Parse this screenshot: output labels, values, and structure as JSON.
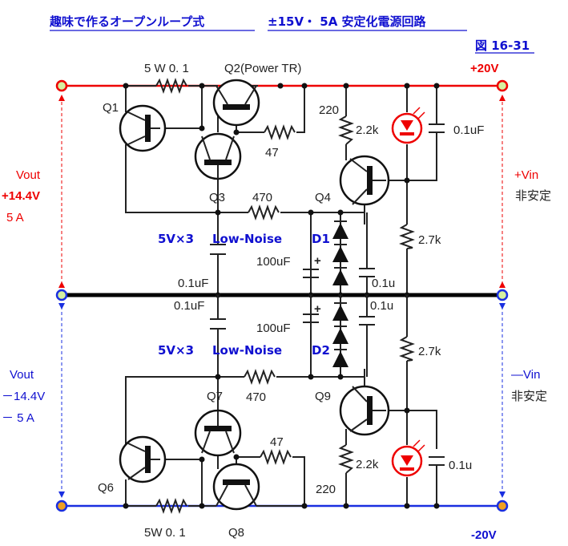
{
  "title": {
    "part1": "趣味で作るオープンループ式",
    "part2": "±15V・ 5A 安定化電源回路",
    "figure": "図 16-31"
  },
  "supply": {
    "pos_in": "+20V",
    "neg_in": "-20V",
    "pos_vin": "+Vin",
    "pos_vin_note": "非安定",
    "neg_vin": "—Vin",
    "neg_vin_note": "非安定"
  },
  "outputs": {
    "pos_label": "Vout",
    "pos_voltage": "+14.4V",
    "pos_current": "5 A",
    "neg_label": "Vout",
    "neg_voltage": "－14.4V",
    "neg_current": "－ 5 A"
  },
  "upper": {
    "r_sense": "5 W 0. 1",
    "q2": "Q2(Power TR)",
    "q1": "Q1",
    "q3": "Q3",
    "q4": "Q4",
    "r47": "47",
    "r220": "220",
    "r22k": "2.2k",
    "c_led": "0.1uF",
    "r470": "470",
    "r27k": "2.7k",
    "zener_spec": "5V×3",
    "zener_type": "Low-Noise",
    "zener_name": "D1",
    "c_base": "0.1uF",
    "c_elec": "100uF",
    "c_elec_plus": "+",
    "c_zener": "0.1u"
  },
  "lower": {
    "r_sense": "5W 0. 1",
    "q8": "Q8",
    "q6": "Q6",
    "q7": "Q7",
    "q9": "Q9",
    "r47": "47",
    "r220": "220",
    "r22k": "2.2k",
    "c_led": "0.1u",
    "r470": "470",
    "r27k": "2.7k",
    "zener_spec": "5V×3",
    "zener_type": "Low-Noise",
    "zener_name": "D2",
    "c_base": "0.1uF",
    "c_elec": "100uF",
    "c_elec_plus": "+",
    "c_zener": "0.1u"
  },
  "colors": {
    "positive_rail": "#e00000",
    "negative_rail": "#1a2fe0",
    "ground_rail": "#000000",
    "label_blue": "#1010d0",
    "terminal_green": "#d6f0a0",
    "terminal_orange": "#f0a020"
  }
}
